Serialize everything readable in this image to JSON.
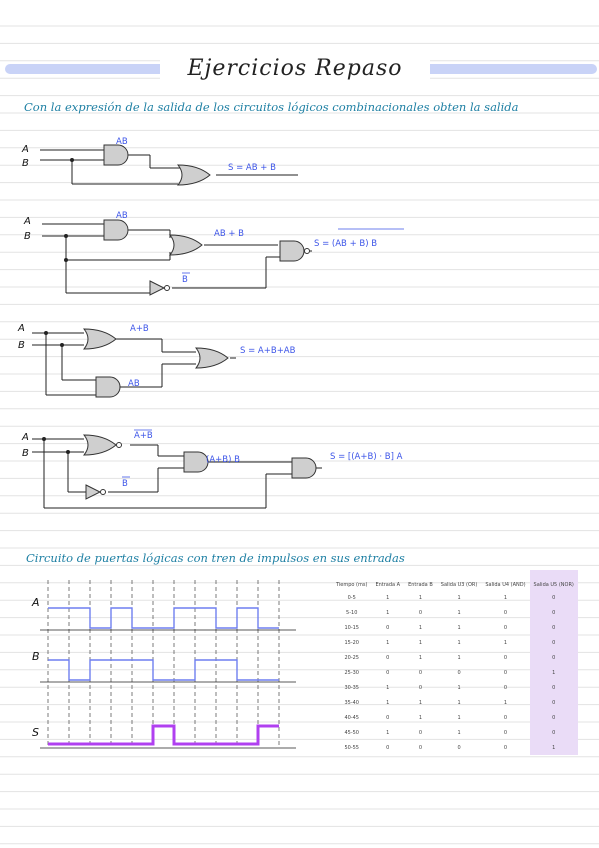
{
  "title": "Ejercicios Repaso",
  "instruction": "Con la expresión de la salida de los circuitos lógicos combinacionales obten la salida",
  "circuits": [
    {
      "in_a": "A",
      "in_b": "B",
      "label_and": "AB",
      "output": "S = AB + B"
    },
    {
      "in_a": "A",
      "in_b": "B",
      "label_and": "AB",
      "label_or": "AB + B",
      "label_not": "B",
      "output": "S = (AB + B) B"
    },
    {
      "in_a": "A",
      "in_b": "B",
      "label_or": "A+B",
      "label_and": "AB",
      "output": "S = A+B+AB"
    },
    {
      "in_a": "A",
      "in_b": "B",
      "label_nor": "A+B",
      "label_not": "B",
      "label_and1": "(A+B) B",
      "output": "S = [(A+B) · B] A"
    }
  ],
  "section2_title": "Circuito de puertas lógicas con tren de impulsos en sus entradas",
  "timing": {
    "labels": [
      "A",
      "B",
      "S"
    ],
    "colors": {
      "inputs": "#6f7ff0",
      "output": "#b040f0"
    }
  },
  "table": {
    "headers": [
      "Tiempo (ms)",
      "Entrada A",
      "Entrada B",
      "Salida U3 (OR)",
      "Salida U4 (AND)",
      "Salida U5 (NOR)"
    ],
    "rows": [
      [
        "0-5",
        "1",
        "1",
        "1",
        "1",
        "0"
      ],
      [
        "5-10",
        "1",
        "0",
        "1",
        "0",
        "0"
      ],
      [
        "10-15",
        "0",
        "1",
        "1",
        "0",
        "0"
      ],
      [
        "15-20",
        "1",
        "1",
        "1",
        "1",
        "0"
      ],
      [
        "20-25",
        "0",
        "1",
        "1",
        "0",
        "0"
      ],
      [
        "25-30",
        "0",
        "0",
        "0",
        "0",
        "1"
      ],
      [
        "30-35",
        "1",
        "0",
        "1",
        "0",
        "0"
      ],
      [
        "35-40",
        "1",
        "1",
        "1",
        "1",
        "0"
      ],
      [
        "40-45",
        "0",
        "1",
        "1",
        "0",
        "0"
      ],
      [
        "45-50",
        "1",
        "0",
        "1",
        "0",
        "0"
      ],
      [
        "50-55",
        "0",
        "0",
        "0",
        "0",
        "1"
      ]
    ]
  }
}
